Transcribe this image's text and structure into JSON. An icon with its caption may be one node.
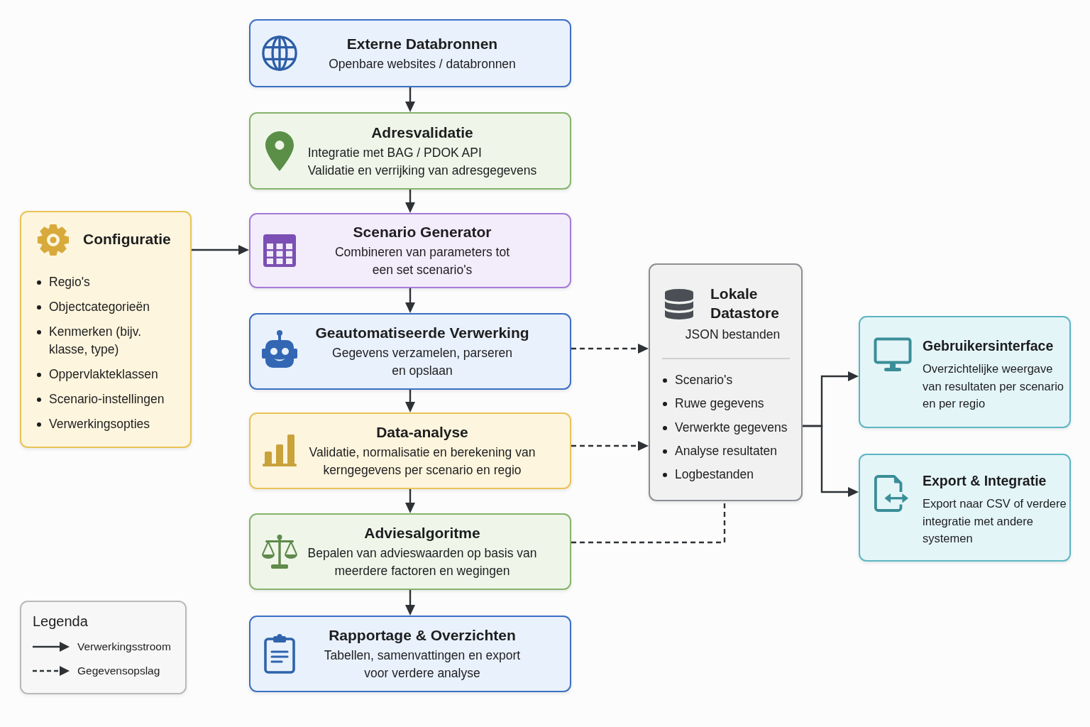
{
  "diagram": {
    "nodes": [
      {
        "text": [
          "Externe Databronnen",
          "Openbare websites / databronnen"
        ]
      },
      {
        "text": [
          "Adresvalidatie",
          "Integratie met BAG / PDOK API",
          "Validatie en verrijking van adresgegevens"
        ]
      },
      {
        "text": [
          "Configuratie",
          "Regio's",
          "Objectcategorieën",
          "Kenmerken (bijv. klasse, type)",
          "Oppervlakteklassen",
          "Scenario-instellingen",
          "Verwerkingsopties"
        ]
      },
      {
        "text": [
          "Scenario Generator",
          "Combineren van parameters tot een set scenario's"
        ]
      },
      {
        "text": [
          "Geautomatiseerde Verwerking",
          "Gegevens verzamelen, parseren en opslaan"
        ]
      },
      {
        "text": [
          "Data-analyse",
          "Validatie, normalisatie en berekening van kerngegevens per scenario en regio"
        ]
      },
      {
        "text": [
          "Adviesalgoritme",
          "Bepalen van advieswaarden op basis van meerdere factoren en wegingen"
        ]
      },
      {
        "text": [
          "Rapportage & Overzichten",
          "Tabellen, samenvattingen en export voor verdere analyse"
        ]
      },
      {
        "text": [
          "Lokale Datastore",
          "JSON bestanden",
          "Scenario's",
          "Ruwe gegevens",
          "Verwerkte gegevens",
          "Analyse resultaten",
          "Logbestanden"
        ]
      },
      {
        "text": [
          "Gebruikersinterface",
          "Overzichtelijke weergave van resultaten per scenario en per regio"
        ]
      },
      {
        "text": [
          "Export & Integratie",
          "Export naar CSV of verdere integratie met andere systemen"
        ]
      }
    ],
    "edges": [
      {
        "from": 0,
        "to": 1,
        "arrow": "to"
      },
      {
        "from": 1,
        "to": 3,
        "arrow": "to"
      },
      {
        "from": 2,
        "to": 3,
        "arrow": "to"
      },
      {
        "from": 3,
        "to": 4,
        "arrow": "to"
      },
      {
        "from": 4,
        "to": 5,
        "arrow": "to"
      },
      {
        "from": 5,
        "to": 6,
        "arrow": "to"
      },
      {
        "from": 6,
        "to": 7,
        "arrow": "to"
      },
      {
        "from": 4,
        "to": 8,
        "arrow": "to",
        "style": "dashed"
      },
      {
        "from": 5,
        "to": 8,
        "arrow": "to",
        "style": "dashed"
      },
      {
        "from": 6,
        "to": 8,
        "arrow": "none",
        "style": "dashed"
      },
      {
        "from": 8,
        "to": 9,
        "arrow": "to"
      },
      {
        "from": 8,
        "to": 10,
        "arrow": "to"
      }
    ],
    "labels": [
      "Legenda"
    ],
    "legend": [
      {
        "text": "Verwerkingsstroom"
      },
      {
        "text": "Gegevensopslag"
      }
    ]
  }
}
